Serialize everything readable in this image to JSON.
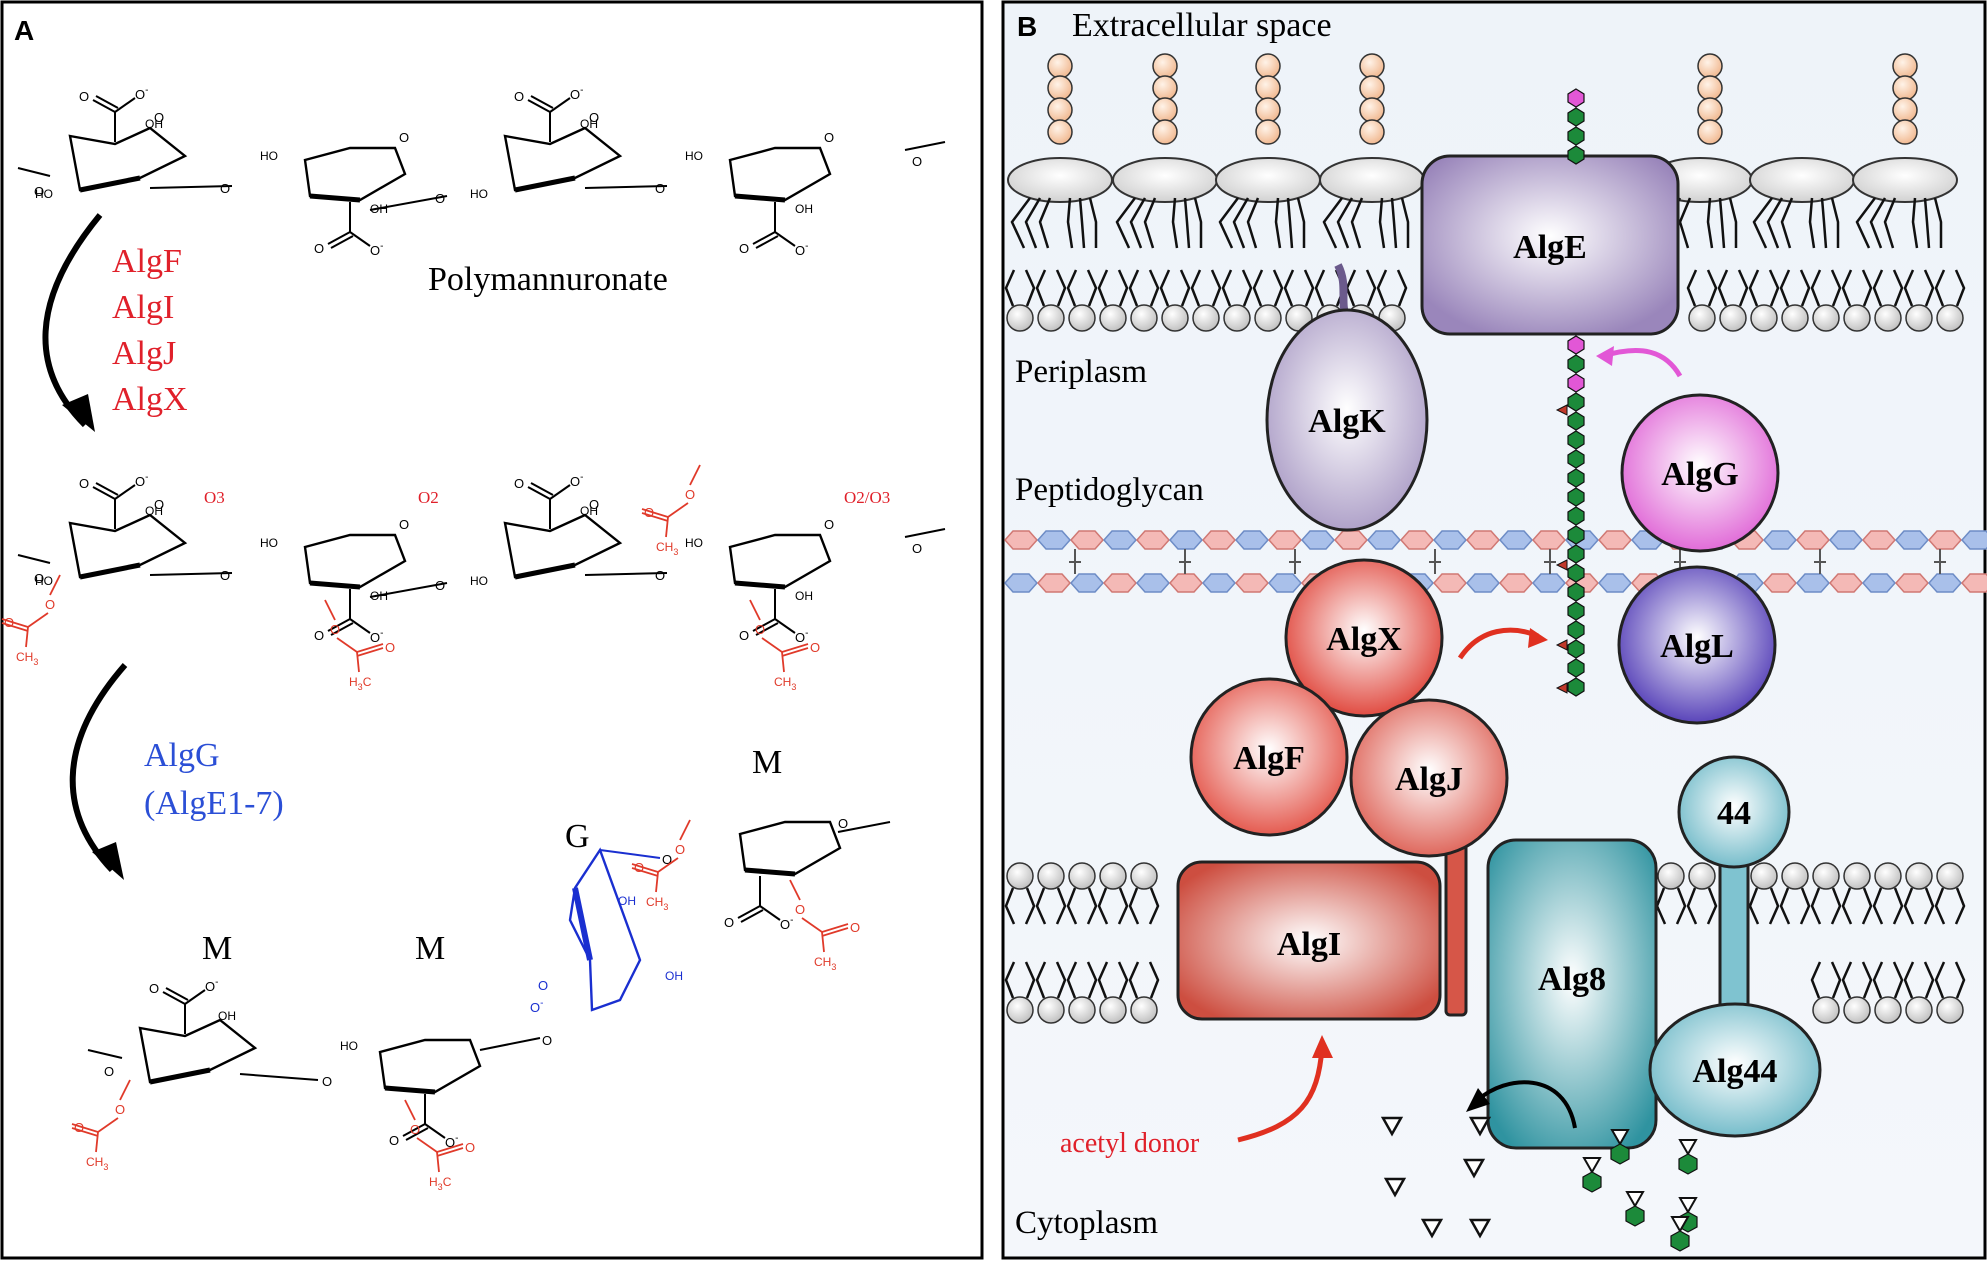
{
  "panel_a": {
    "letter": "A",
    "polymer_label": "Polymannuronate",
    "enzymes_step1": [
      "AlgF",
      "AlgI",
      "AlgJ",
      "AlgX"
    ],
    "enzymes_step2": [
      "AlgG",
      "(AlgE1-7)"
    ],
    "position_labels": [
      "O3",
      "O2",
      "O2/O3"
    ],
    "residue_labels": [
      "M",
      "M",
      "G",
      "M"
    ],
    "chem": {
      "carboxylate": "O",
      "charge": "-",
      "oh": "OH",
      "ho": "HO",
      "o": "O",
      "ch3": "CH",
      "sub3": "3",
      "h3c": "H",
      "c": "C"
    }
  },
  "panel_b": {
    "letter": "B",
    "regions": {
      "extracellular": "Extracellular space",
      "periplasm": "Periplasm",
      "peptidoglycan": "Peptidoglycan",
      "cytoplasm": "Cytoplasm"
    },
    "proteins": {
      "alge": "AlgE",
      "algk": "AlgK",
      "algg": "AlgG",
      "algx": "AlgX",
      "algl": "AlgL",
      "algf": "AlgF",
      "algj": "AlgJ",
      "algi": "AlgI",
      "alg8": "Alg8",
      "alg44_top": "44",
      "alg44": "Alg44"
    },
    "donor_label": "acetyl donor"
  },
  "colors": {
    "red_text": "#e0202a",
    "blue_text": "#2b4fd6",
    "acetyl_red": "#e03a2a",
    "guluronate_blue": "#1a2fd0",
    "alge": "#a592c2",
    "algk": "#b3a6cc",
    "algg": "#e26fd9",
    "algl": "#5b45c0",
    "algx": "#e0453a",
    "algf": "#e4594d",
    "algj": "#e06559",
    "algi": "#d45a4c",
    "alg8": "#3f9eaa",
    "alg44": "#7fc3d0",
    "lipid_head": "#e4e4e4",
    "lps_bead": "#f7c9a6",
    "chain_green": "#1c8a3a",
    "chain_pink": "#e257d6"
  }
}
